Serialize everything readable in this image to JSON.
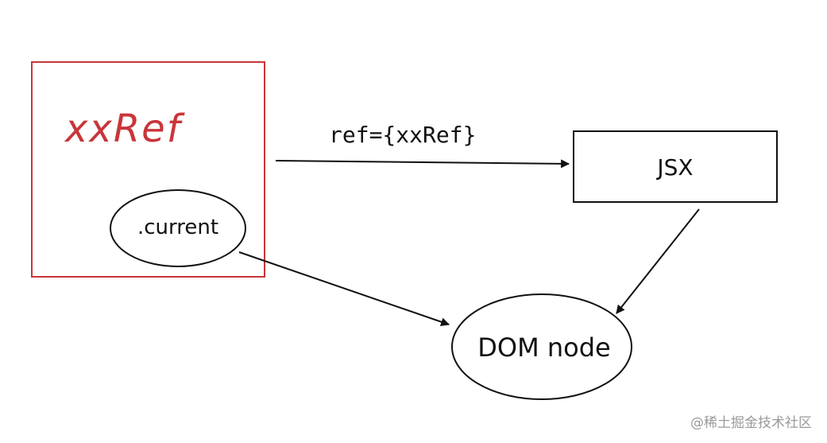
{
  "ref_box": {
    "title": "xxRef",
    "current_label": ".current",
    "border_color": "#c9353a",
    "title_color": "#c9353a"
  },
  "edge_ref": {
    "label": "ref={xxRef}"
  },
  "jsx_box": {
    "label": "JSX"
  },
  "dom_node": {
    "label": "DOM node"
  },
  "watermark": {
    "text": "@稀土掘金技术社区"
  },
  "colors": {
    "stroke": "#111111",
    "watermark": "#9a9a9a"
  }
}
